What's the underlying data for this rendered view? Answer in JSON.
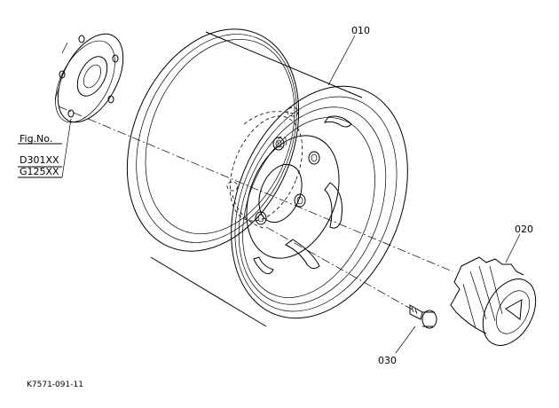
{
  "parts": {
    "p010": "010",
    "p020": "020",
    "p030": "030"
  },
  "figref": {
    "line1": "Fig.No.",
    "line2": "D301XX",
    "line3": "G125XX"
  },
  "code": "K7571-091-11"
}
